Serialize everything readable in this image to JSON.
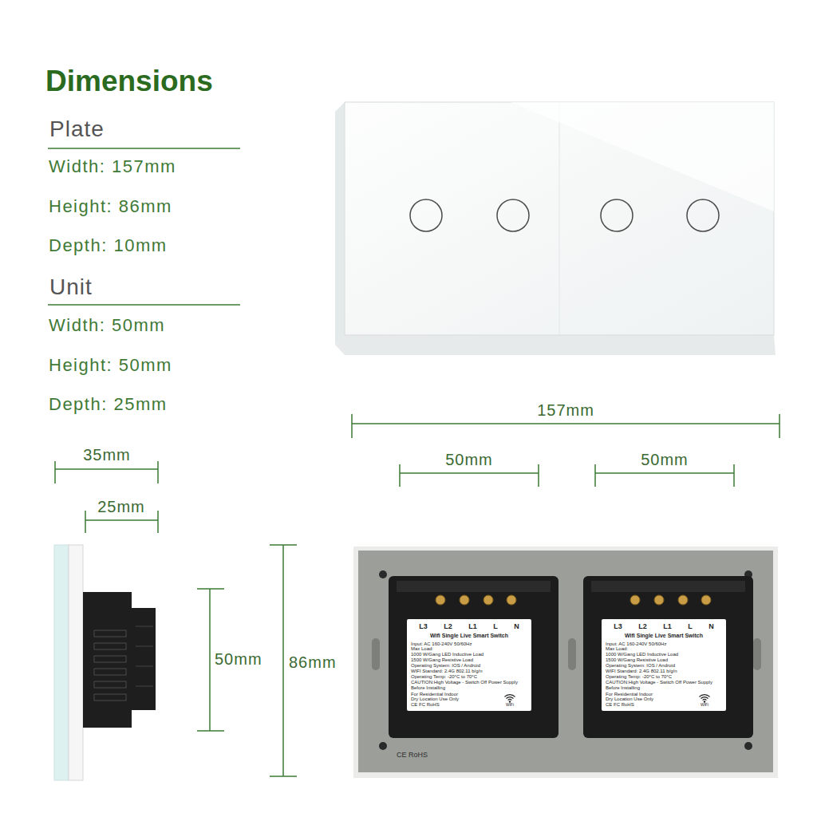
{
  "diagram": {
    "title": "Dimensions",
    "nodes": [
      {
        "text": [
          "L3",
          "L2",
          "L1",
          "L",
          "N",
          "Wifi Single Live Smart Switch",
          "Input: AC 160-240V 50/60Hz",
          "Max Load:",
          "1000 W/Gang LED Inductive Load",
          "1500 W/Gang Resistive Load",
          "Operating System: IOS / Android",
          "WIFI Standard: 2.4G 802.11 b/g/n",
          "Operating Temp: -20°C to 70°C",
          "CAUTION:High Voltage - Switch Off Power Supply Before Installing",
          "For Residential Indoor",
          "Dry Location Use Only",
          "CE FC RoHS",
          "WiFi"
        ]
      },
      {
        "text": [
          "L3",
          "L2",
          "L1",
          "L",
          "N",
          "Wifi Single Live Smart Switch",
          "Input: AC 160-240V 50/60Hz",
          "Max Load:",
          "1000 W/Gang LED Inductive Load",
          "1500 W/Gang Resistive Load",
          "Operating System: IOS / Android",
          "WIFI Standard: 2.4G 802.11 b/g/n",
          "Operating Temp: -20°C to 70°C",
          "CAUTION:High Voltage - Switch Off Power Supply Before Installing",
          "For Residential Indoor",
          "Dry Location Use Only",
          "CE FC RoHS",
          "WiFi"
        ]
      }
    ],
    "labels": [
      "Plate",
      "Width: 157mm",
      "Height: 86mm",
      "Depth: 10mm",
      "Unit",
      "Width: 50mm",
      "Height: 50mm",
      "Depth: 25mm",
      "157mm",
      "35mm",
      "50mm",
      "50mm",
      "25mm",
      "50mm",
      "86mm",
      "CE RoHS"
    ]
  }
}
